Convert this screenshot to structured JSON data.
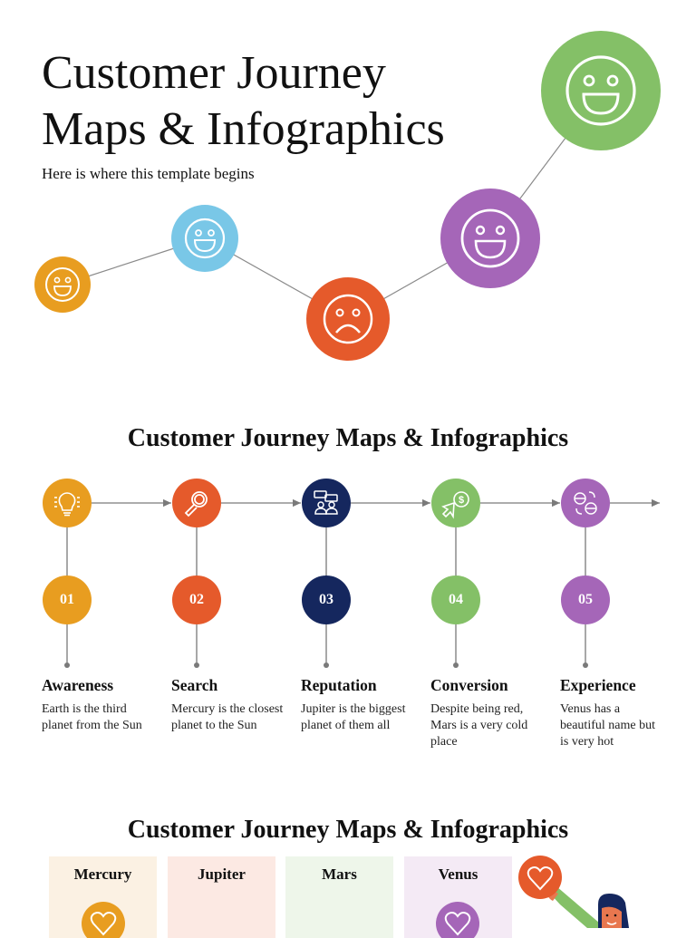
{
  "hero": {
    "title_line1": "Customer Journey",
    "title_line2": "Maps & Infographics",
    "subtitle": "Here is where this template begins"
  },
  "mood_path": {
    "points": [
      {
        "mood": "happy",
        "color": "#E89D20"
      },
      {
        "mood": "happy",
        "color": "#79C7E7"
      },
      {
        "mood": "sad",
        "color": "#E55A2B"
      },
      {
        "mood": "happy",
        "color": "#A566B8"
      },
      {
        "mood": "happy",
        "color": "#84C067"
      }
    ]
  },
  "timeline": {
    "title": "Customer Journey Maps & Infographics",
    "steps": [
      {
        "number": "01",
        "icon": "lightbulb-icon",
        "name": "Awareness",
        "description": "Earth is the third planet from the Sun",
        "color": "#E89D20"
      },
      {
        "number": "02",
        "icon": "magnifier-icon",
        "name": "Search",
        "description": "Mercury is the closest planet to the Sun",
        "color": "#E55A2B"
      },
      {
        "number": "03",
        "icon": "discussion-icon",
        "name": "Reputation",
        "description": "Jupiter is the biggest planet of them all",
        "color": "#15275E"
      },
      {
        "number": "04",
        "icon": "cursor-dollar-icon",
        "name": "Conversion",
        "description": "Despite being red, Mars is a very cold place",
        "color": "#84C067"
      },
      {
        "number": "05",
        "icon": "customer-exchange-icon",
        "name": "Experience",
        "description": "Venus has a beautiful name but is very hot",
        "color": "#A566B8"
      }
    ]
  },
  "cards_section": {
    "title": "Customer Journey Maps & Infographics",
    "cards": [
      {
        "title": "Mercury",
        "bg": "#FBF1E3",
        "icon": "heart-icon",
        "icon_color": "#E89D20"
      },
      {
        "title": "Jupiter",
        "bg": "#FCE9E3"
      },
      {
        "title": "Mars",
        "bg": "#EEF6EA"
      },
      {
        "title": "Venus",
        "bg": "#F4EAF5",
        "icon": "heart-icon",
        "icon_color": "#A566B8"
      }
    ],
    "illustration": {
      "icon": "heart-icon",
      "color": "#E55A2B"
    }
  }
}
